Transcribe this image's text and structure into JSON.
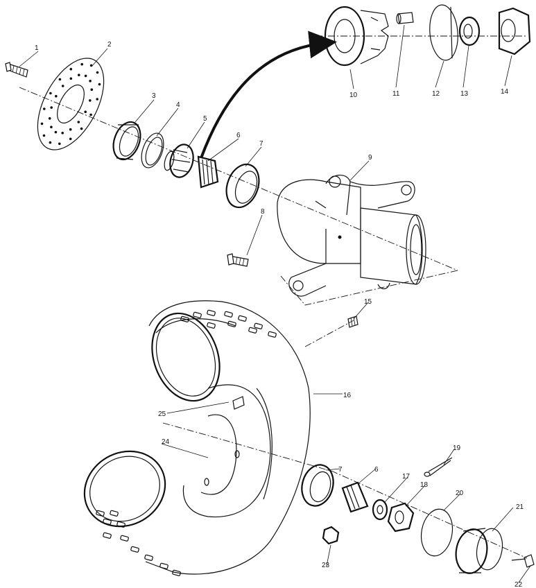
{
  "diagram": {
    "callouts": [
      "1",
      "2",
      "3",
      "4",
      "5",
      "6",
      "7",
      "8",
      "9",
      "10",
      "11",
      "12",
      "13",
      "14",
      "15",
      "16",
      "7",
      "6",
      "17",
      "18",
      "19",
      "20",
      "21",
      "22",
      "23",
      "24",
      "25"
    ]
  }
}
